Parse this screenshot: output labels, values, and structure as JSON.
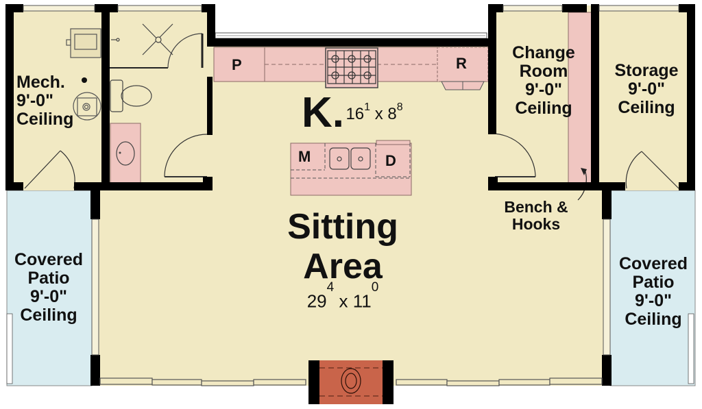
{
  "plan": {
    "colors": {
      "interior": "#f1e9c3",
      "wall": "#000000",
      "counter": "#f0c6c1",
      "patio": "#d9ecf0",
      "hearth": "#c9644a",
      "background": "#ffffff"
    },
    "rooms": {
      "mech": {
        "name": "Mech.",
        "ceiling": "9'-0\"",
        "ceiling_label": "Ceiling"
      },
      "kitchen": {
        "abbr": "K.",
        "dim_w": "16",
        "dim_w_in": "1",
        "dim_x": "x",
        "dim_d": "8",
        "dim_d_in": "8"
      },
      "change_room": {
        "line1": "Change",
        "line2": "Room",
        "ceiling": "9'-0\"",
        "ceiling_label": "Ceiling"
      },
      "storage": {
        "name": "Storage",
        "ceiling": "9'-0\"",
        "ceiling_label": "Ceiling"
      },
      "sitting_area": {
        "line1": "Sitting",
        "line2": "Area",
        "dim_w": "29",
        "dim_w_in": "4",
        "dim_x": "x",
        "dim_d": "11",
        "dim_d_in": "0"
      },
      "patio_left": {
        "line1": "Covered",
        "line2": "Patio",
        "ceiling": "9'-0\"",
        "ceiling_label": "Ceiling"
      },
      "patio_right": {
        "line1": "Covered",
        "line2": "Patio",
        "ceiling": "9'-0\"",
        "ceiling_label": "Ceiling"
      }
    },
    "fixtures": {
      "pantry": "P",
      "refrigerator": "R",
      "microwave": "M",
      "dishwasher": "D"
    },
    "annotations": {
      "bench_line1": "Bench &",
      "bench_line2": "Hooks"
    }
  }
}
